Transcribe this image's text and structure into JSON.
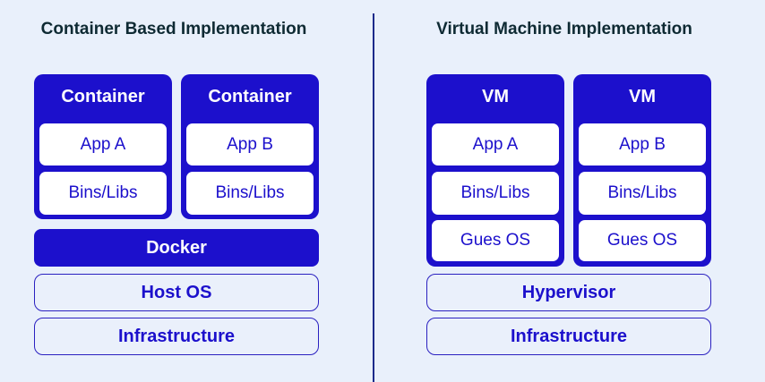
{
  "left": {
    "title": "Container Based Implementation",
    "units": [
      {
        "label": "Container",
        "layers": [
          "App A",
          "Bins/Libs"
        ]
      },
      {
        "label": "Container",
        "layers": [
          "App B",
          "Bins/Libs"
        ]
      }
    ],
    "engine": "Docker",
    "host": "Host OS",
    "infrastructure": "Infrastructure"
  },
  "right": {
    "title": "Virtual Machine Implementation",
    "units": [
      {
        "label": "VM",
        "layers": [
          "App A",
          "Bins/Libs",
          "Gues OS"
        ]
      },
      {
        "label": "VM",
        "layers": [
          "App B",
          "Bins/Libs",
          "Gues OS"
        ]
      }
    ],
    "hypervisor": "Hypervisor",
    "infrastructure": "Infrastructure"
  },
  "colors": {
    "accent": "#1c10cc",
    "background": "#e9f0fb",
    "title": "#0e2a33"
  }
}
